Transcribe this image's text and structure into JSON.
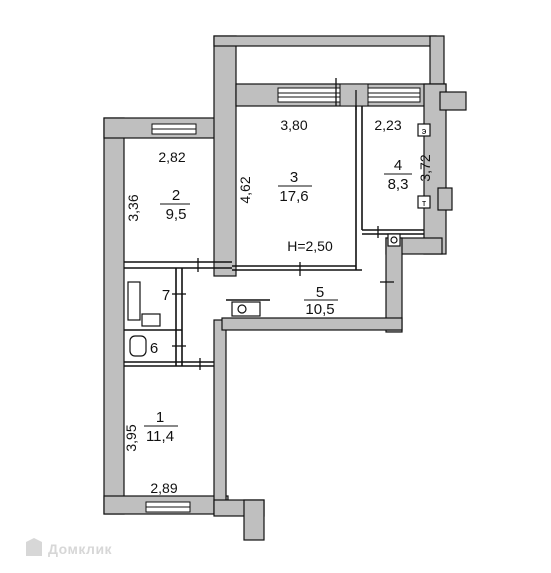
{
  "plan": {
    "ceiling_height": "H=2,50",
    "rooms": [
      {
        "id": "1",
        "area": "11,4",
        "dim_width": "2,89",
        "dim_length": "3,95"
      },
      {
        "id": "2",
        "area": "9,5",
        "dim_width": "2,82",
        "dim_length": "3,36"
      },
      {
        "id": "3",
        "area": "17,6",
        "dim_width": "3,80",
        "dim_length": "4,62"
      },
      {
        "id": "4",
        "area": "8,3",
        "dim_width": "2,23",
        "dim_length": "3,72"
      },
      {
        "id": "5",
        "area": "10,5"
      },
      {
        "id": "6"
      },
      {
        "id": "7"
      }
    ],
    "symbols": {
      "electric": "э",
      "gas": "т"
    }
  },
  "watermark": {
    "text": "Домклик"
  },
  "colors": {
    "wall": "#bfbfbf",
    "line": "#111111",
    "background": "#ffffff"
  }
}
